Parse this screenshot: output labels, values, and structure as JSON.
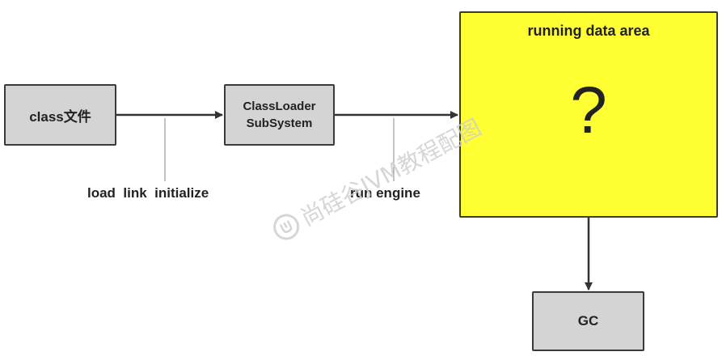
{
  "nodes": {
    "class_file": "class文件",
    "class_loader_line1": "ClassLoader",
    "class_loader_line2": "SubSystem",
    "runtime_area_title": "running data area",
    "runtime_area_mark": "?",
    "gc": "GC"
  },
  "edge_labels": {
    "load_link_initialize": "load  link  initialize",
    "run_engine": "run engine"
  },
  "watermark": {
    "text": "尚硅谷JVM教程配图"
  },
  "colors": {
    "box_fill": "#d4d4d4",
    "box_stroke": "#3a3a3a",
    "runtime_fill": "#ffff33",
    "watermark": "#cfcfcf"
  },
  "icons": {
    "watermark_logo": "brand-logo-icon"
  }
}
